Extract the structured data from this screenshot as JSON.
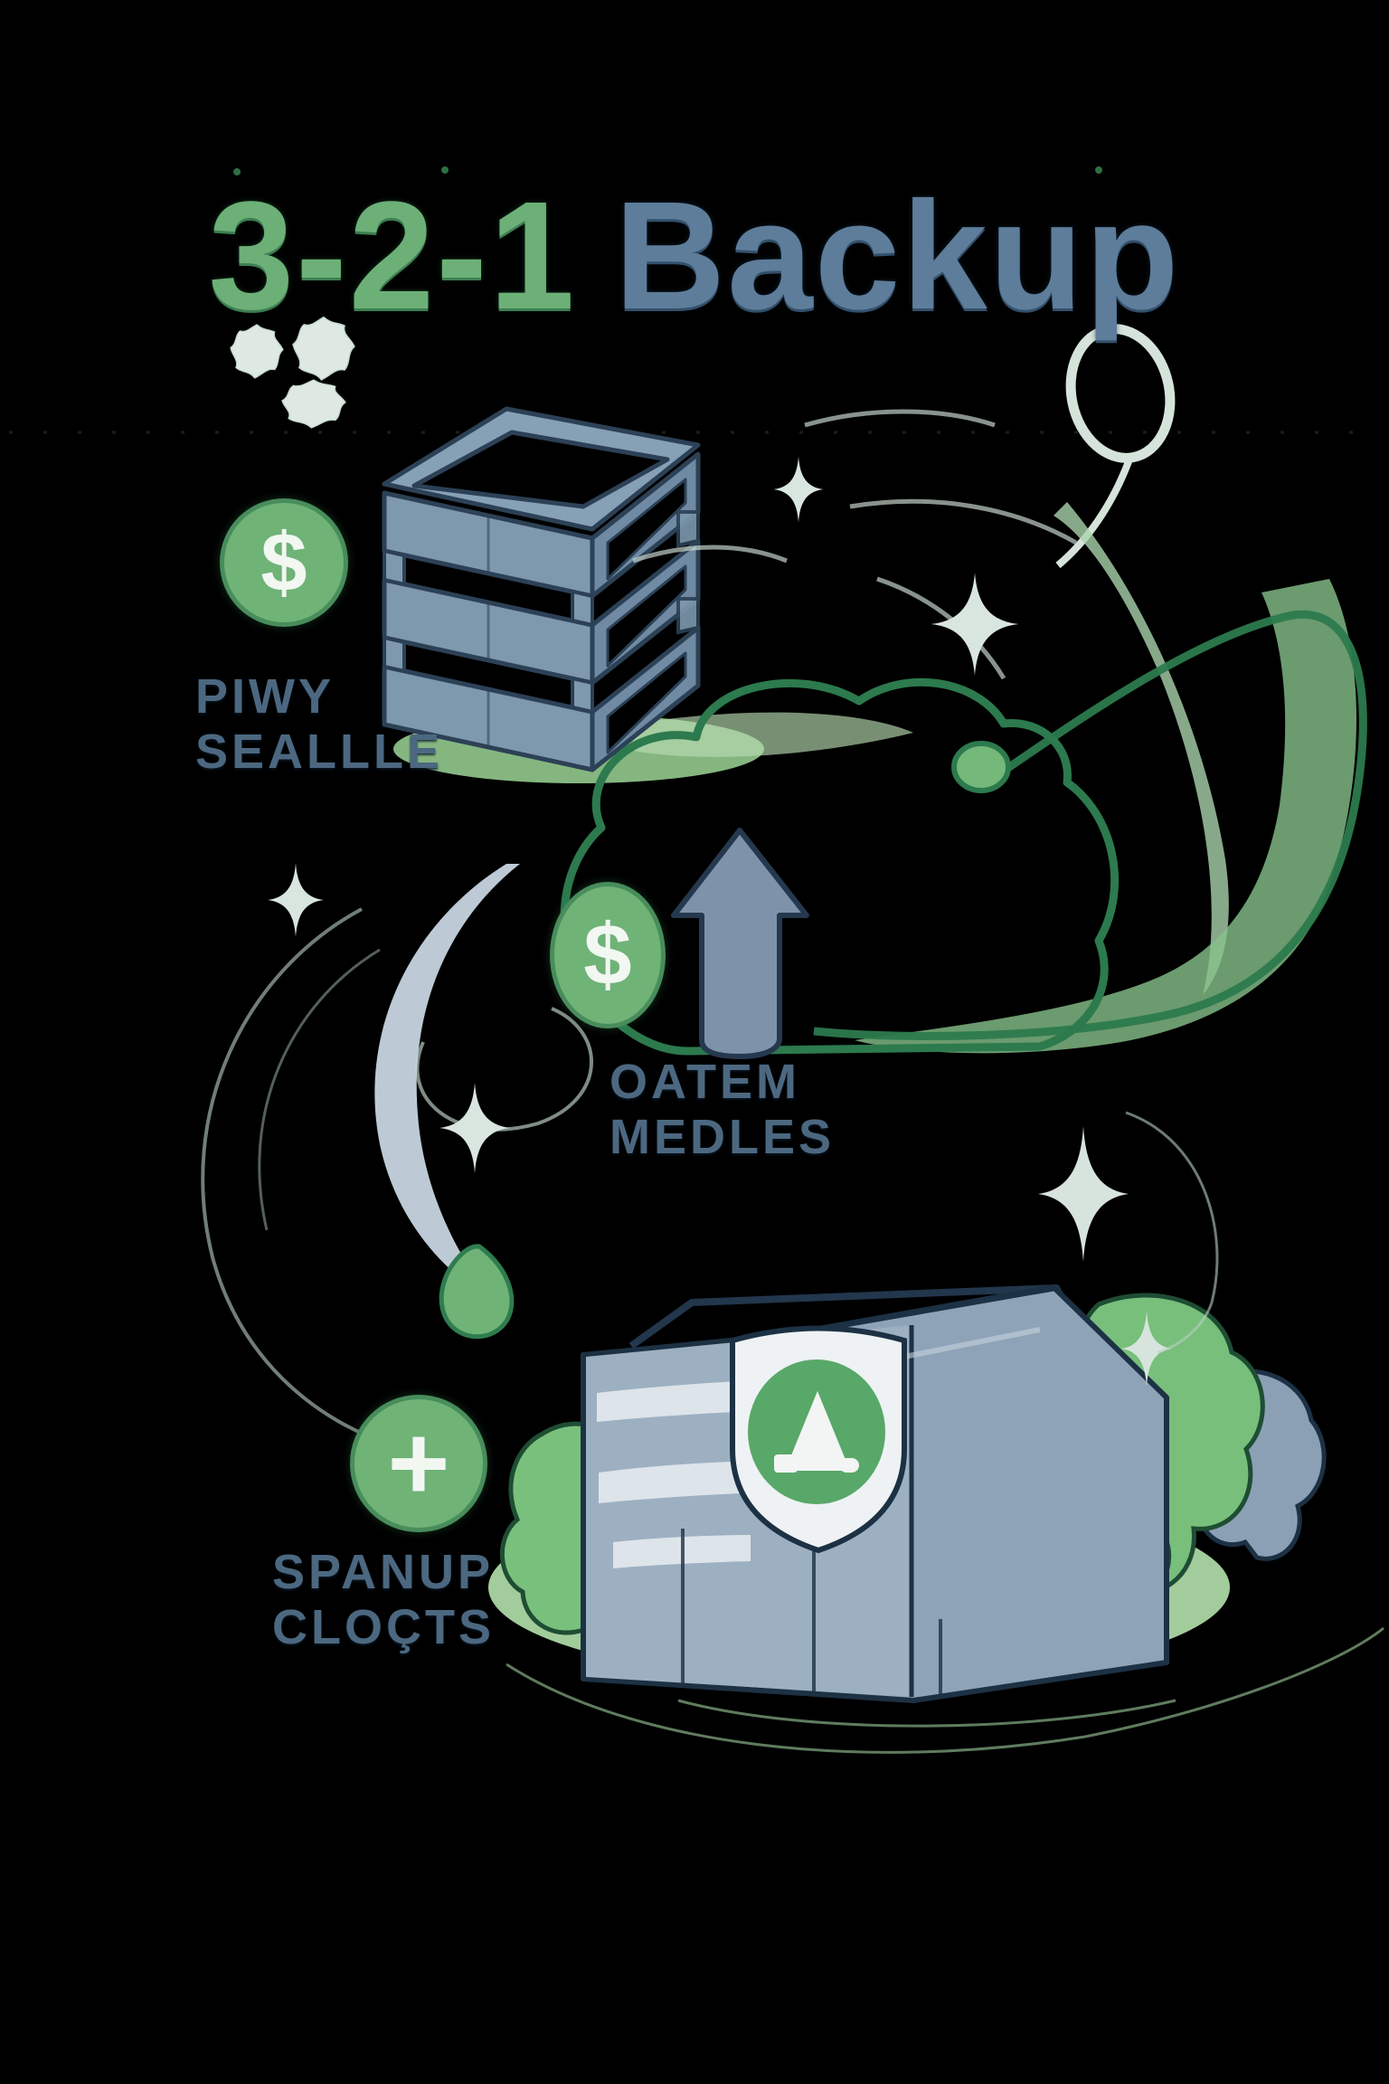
{
  "title": {
    "number": "3-2-1",
    "word": "Backup"
  },
  "labels": {
    "copies": {
      "line1": "PIWY",
      "line2": "SEALLLE"
    },
    "media": {
      "line1": "OATEM",
      "line2": "MEDLES"
    },
    "offsite": {
      "line1": "SPANUP",
      "line2": "CLOÇTS"
    }
  },
  "badges": {
    "dollar": "$",
    "plus": "+"
  },
  "colors": {
    "background": "#000000",
    "title_number_green": "#6cb077",
    "title_word_slate": "#5d7d9a",
    "badge_green": "#6fb377",
    "cloud_outline_green": "#2c7a4d",
    "server_slate": "#7e98ae",
    "arrow_slate": "#7e93aa",
    "label_slate": "#4c6880",
    "mint_sparkle": "#d9e6df",
    "ground_green": "#abd7a3",
    "bush_green": "#77bf7b",
    "shield_white": "#eef2f4",
    "shield_circle_green": "#58a869"
  }
}
